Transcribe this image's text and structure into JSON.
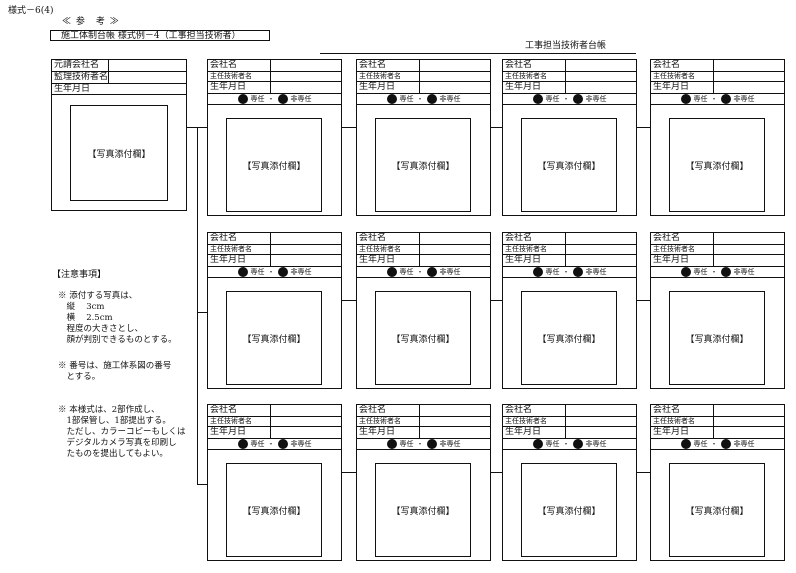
{
  "header": {
    "form_number": "様式－6(4)",
    "reference": "≪ 参　考 ≫",
    "title": "施工体制台帳  様式例－4（工事担当技術者）",
    "ledger": "工事担当技術者台帳"
  },
  "main_card": {
    "company_label": "元請会社名",
    "supervisor_label": "監理技術者名",
    "birth_label": "生年月日",
    "photo_label": "【写真添付欄】"
  },
  "engineer_card": {
    "company_label": "会社名",
    "chief_label": "主任技術者名",
    "birth_label": "生年月日",
    "fulltime_label": "専任",
    "separator": "・",
    "nonfulltime_label": "非専任",
    "photo_label": "【写真添付欄】"
  },
  "notes": {
    "title": "【注意事項】",
    "items": [
      [
        "※ 添付する写真は、",
        "　縦　 3cm",
        "　横　 2.5cm",
        "　程度の大きさとし、",
        "　顔が判別できるものとする。"
      ],
      [
        "※ 番号は、施工体系図の番号",
        "　とする。"
      ],
      [
        "※ 本様式は、2部作成し、",
        "　1部保管し、1部提出する。",
        "　ただし、カラーコピーもしくは",
        "　デジタルカメラ写真を印刷し",
        "　たものを提出してもよい。"
      ]
    ]
  }
}
